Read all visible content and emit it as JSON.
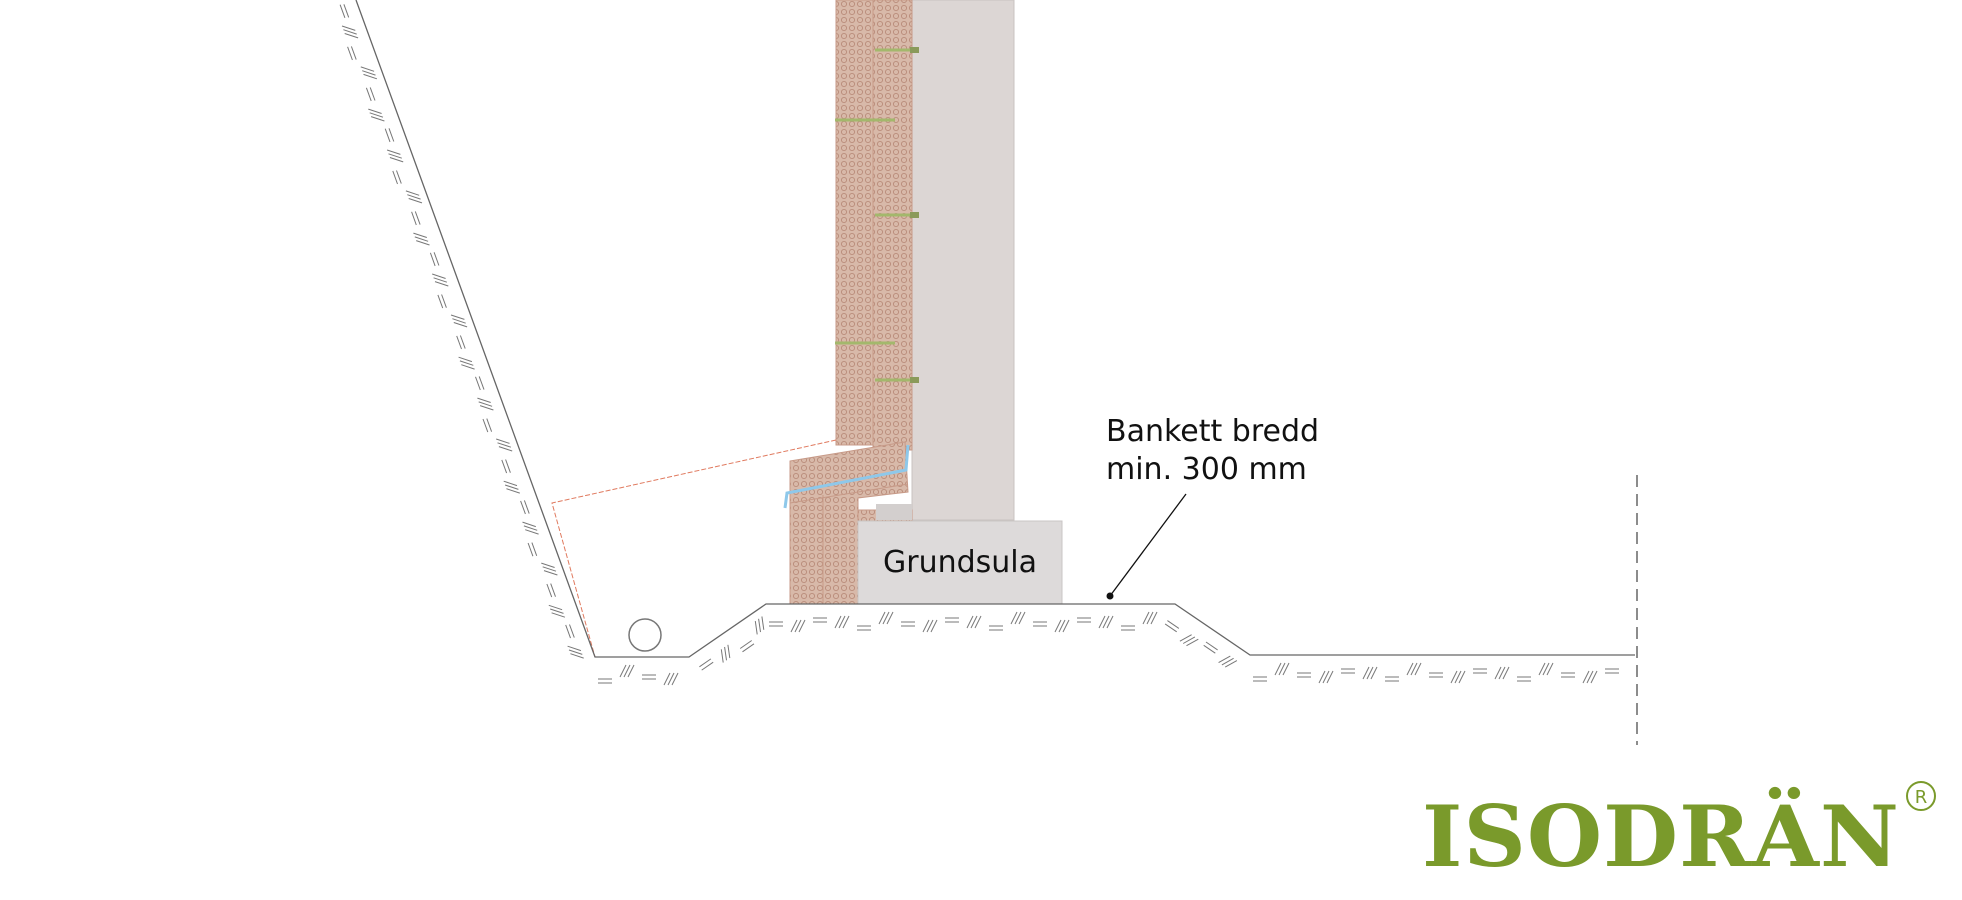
{
  "labels": {
    "footing": "Grundsula",
    "bench_width_line1": "Bankett bredd",
    "bench_width_line2": "min. 300 mm"
  },
  "logo": {
    "text": "ISODRÄN",
    "registered_mark": "R"
  },
  "colors": {
    "insulation_fill": "#d6b6a6",
    "insulation_dot": "#b88a78",
    "concrete": "#dcd6d4",
    "footing": "#dddada",
    "anchor": "#a3b86c",
    "membrane": "#8ec8ea",
    "fabric_line": "#e07a5f",
    "ground_line": "#555555",
    "logo_green": "#7a9a2b"
  },
  "icons": {
    "drain_pipe": "drain-pipe-icon",
    "dimension_marker": "leader-dot-icon"
  }
}
